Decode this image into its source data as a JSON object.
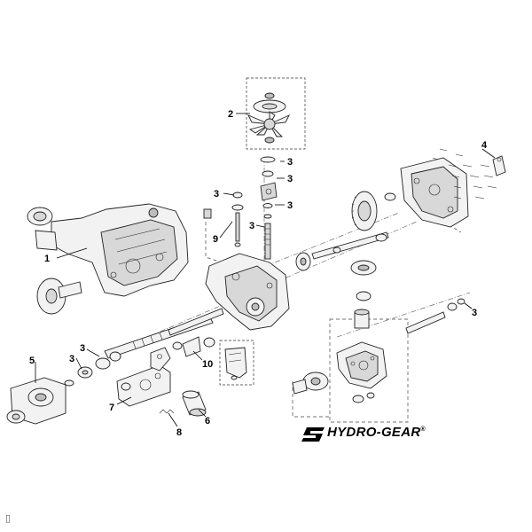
{
  "diagram": {
    "callouts": [
      "1",
      "2",
      "3",
      "3",
      "3",
      "3",
      "3",
      "3",
      "3",
      "3",
      "4",
      "5",
      "6",
      "7",
      "8",
      "9",
      "10"
    ],
    "logo": {
      "mark": "S",
      "text": "HYDRO-GEAR",
      "registered": "®"
    },
    "corner_glyph": "▯"
  }
}
